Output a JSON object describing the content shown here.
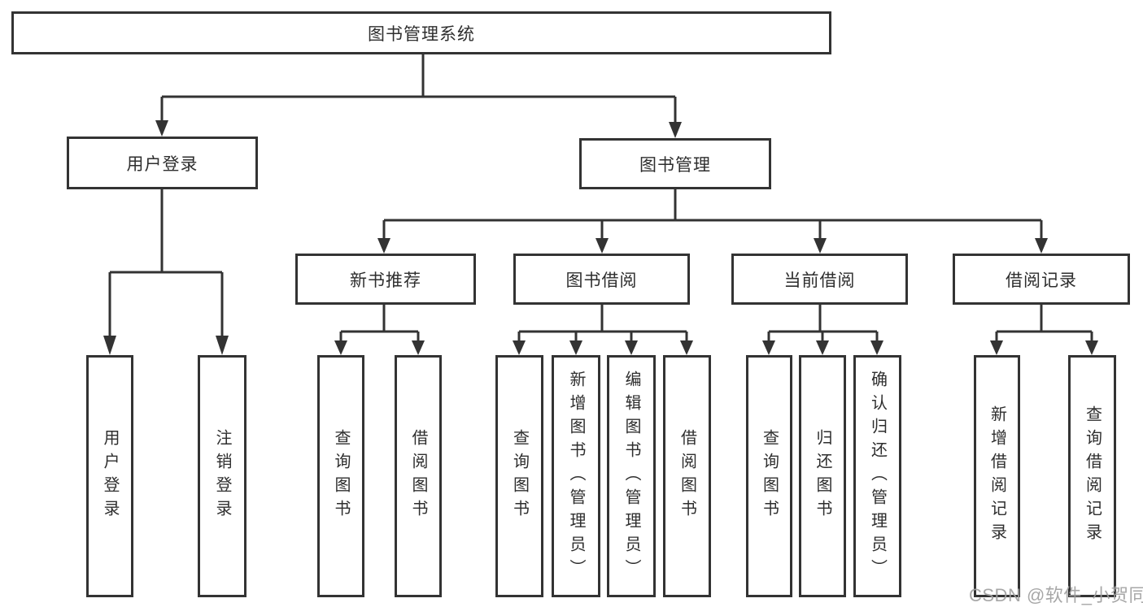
{
  "colors": {
    "line": "#333333",
    "box_background": "#ffffff",
    "text": "#2e2e2e",
    "watermark": "#a0a0a0"
  },
  "root": {
    "label": "图书管理系统"
  },
  "branches": [
    {
      "label": "用户登录",
      "children": [
        {
          "label": "用户登录"
        },
        {
          "label": "注销登录"
        }
      ]
    },
    {
      "label": "图书管理",
      "children": [
        {
          "label": "新书推荐",
          "children": [
            {
              "label": "查询图书"
            },
            {
              "label": "借阅图书"
            }
          ]
        },
        {
          "label": "图书借阅",
          "children": [
            {
              "label": "查询图书"
            },
            {
              "label": "新增图书（管理员）"
            },
            {
              "label": "编辑图书（管理员）"
            },
            {
              "label": "借阅图书"
            }
          ]
        },
        {
          "label": "当前借阅",
          "children": [
            {
              "label": "查询图书"
            },
            {
              "label": "归还图书"
            },
            {
              "label": "确认归还（管理员）"
            }
          ]
        },
        {
          "label": "借阅记录",
          "children": [
            {
              "label": "新增借阅记录"
            },
            {
              "label": "查询借阅记录"
            }
          ]
        }
      ]
    }
  ],
  "watermark": "CSDN @软件_小贺同学"
}
